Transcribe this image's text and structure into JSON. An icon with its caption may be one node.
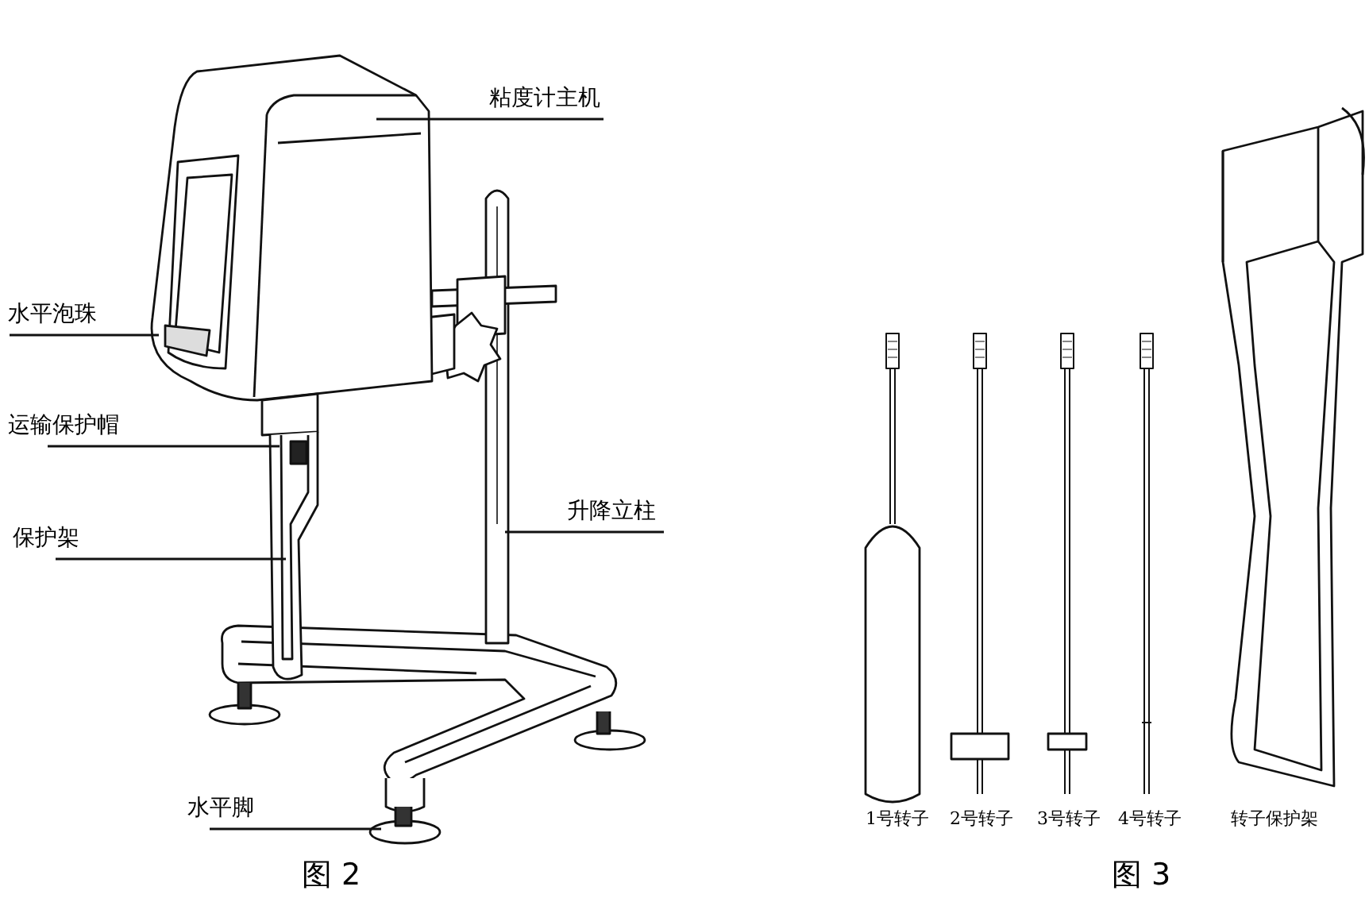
{
  "diagram": {
    "nodes": [
      {
        "text": [
          "粘度计主机"
        ]
      },
      {
        "text": [
          "水平泡珠"
        ]
      },
      {
        "text": [
          "运输保护帽"
        ]
      },
      {
        "text": [
          "保护架"
        ]
      },
      {
        "text": [
          "升降立柱"
        ]
      },
      {
        "text": [
          "水平脚"
        ]
      }
    ],
    "edges": [
      {
        "from": 0,
        "to": null,
        "arrow": "none"
      },
      {
        "from": 1,
        "to": null,
        "arrow": "none"
      },
      {
        "from": 2,
        "to": null,
        "arrow": "none"
      },
      {
        "from": 3,
        "to": null,
        "arrow": "none"
      },
      {
        "from": 4,
        "to": null,
        "arrow": "none"
      },
      {
        "from": 5,
        "to": null,
        "arrow": "none"
      }
    ],
    "labels": [
      "1号转子",
      "2号转子",
      "3号转子",
      "4号转子",
      "转子保护架",
      "图 2",
      "图 3"
    ]
  }
}
